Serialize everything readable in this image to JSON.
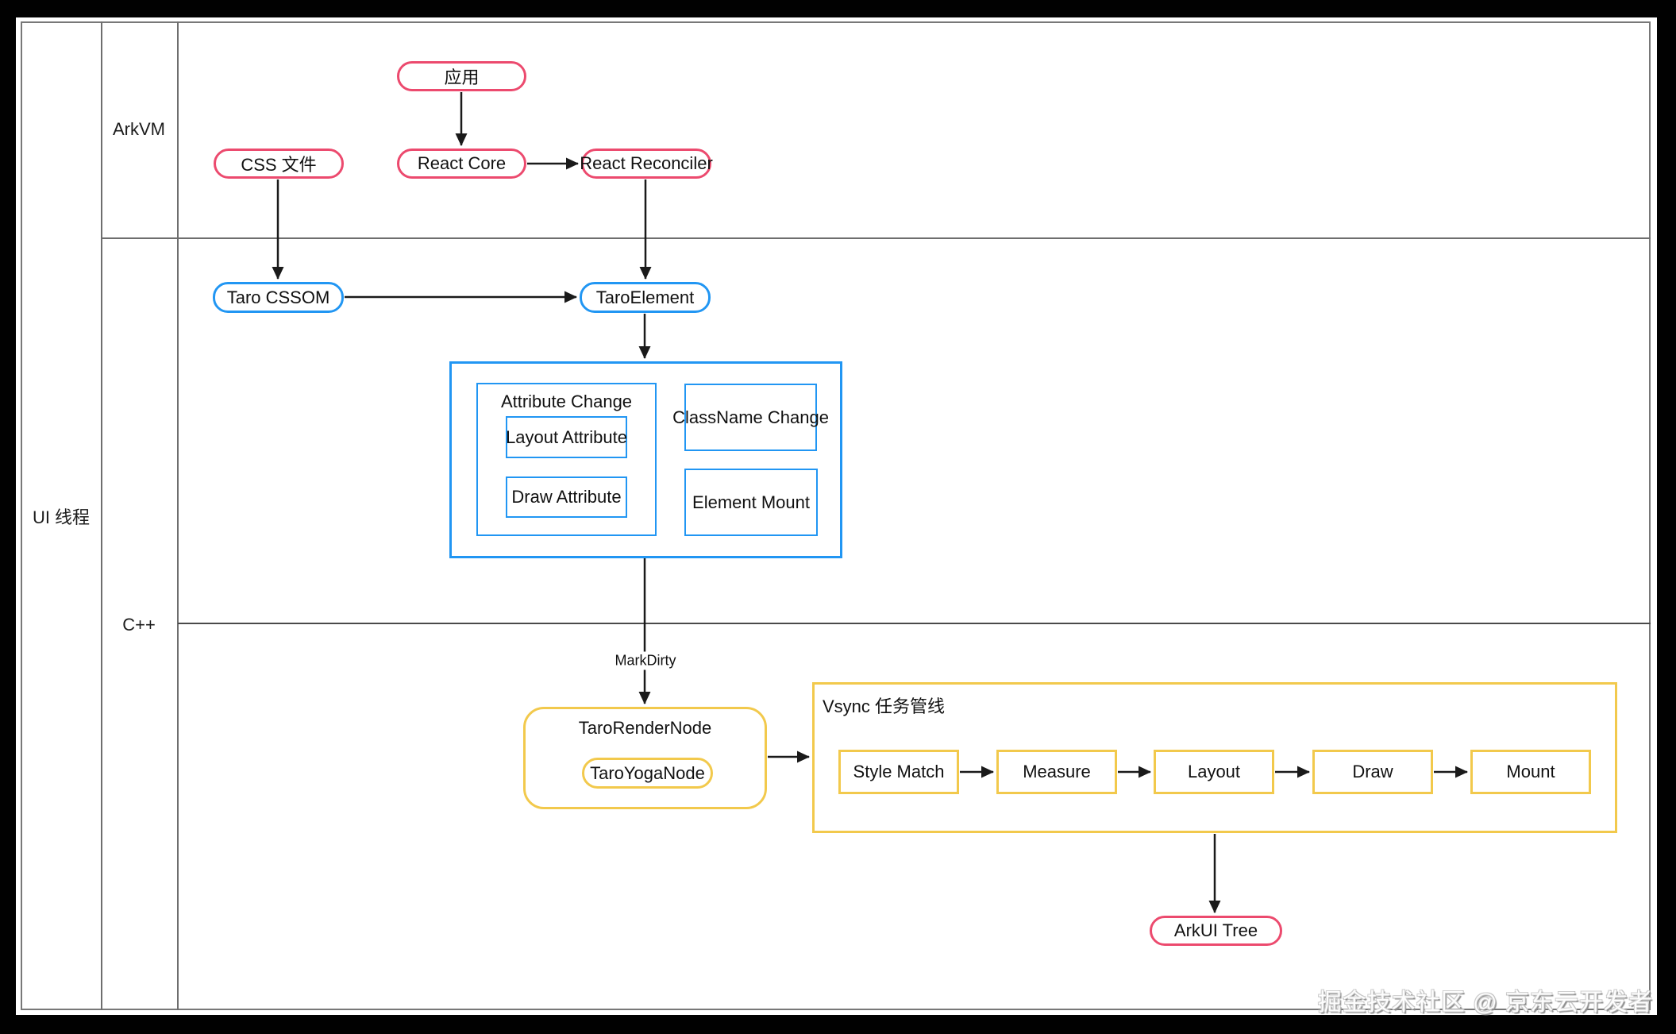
{
  "diagram": {
    "lanes": {
      "col_left": "UI 线程",
      "row_top": "ArkVM",
      "row_bottom": "C++"
    },
    "nodes": {
      "app": "应用",
      "css_file": "CSS 文件",
      "react_core": "React Core",
      "react_reconciler": "React Reconciler",
      "taro_cssom": "Taro CSSOM",
      "taro_element": "TaroElement",
      "attribute_change": "Attribute Change",
      "layout_attribute": "Layout Attribute",
      "draw_attribute": "Draw Attribute",
      "classname_change": "ClassName Change",
      "element_mount": "Element Mount",
      "taro_render_node": "TaroRenderNode",
      "taro_yoga_node": "TaroYogaNode",
      "vsync_pipeline": "Vsync 任务管线",
      "style_match": "Style Match",
      "measure": "Measure",
      "layout": "Layout",
      "draw": "Draw",
      "mount": "Mount",
      "arkui_tree": "ArkUI Tree"
    },
    "edge_labels": {
      "mark_dirty": "MarkDirty"
    },
    "edges": [
      {
        "from": "应用",
        "to": "React Core"
      },
      {
        "from": "React Core",
        "to": "React Reconciler"
      },
      {
        "from": "CSS 文件",
        "to": "Taro CSSOM"
      },
      {
        "from": "React Reconciler",
        "to": "TaroElement"
      },
      {
        "from": "Taro CSSOM",
        "to": "TaroElement"
      },
      {
        "from": "TaroElement",
        "to": "Attribute/ClassName change group"
      },
      {
        "from": "Attribute/ClassName change group",
        "to": "TaroRenderNode",
        "label": "MarkDirty"
      },
      {
        "from": "TaroRenderNode",
        "to": "Vsync 任务管线"
      },
      {
        "from": "Style Match",
        "to": "Measure"
      },
      {
        "from": "Measure",
        "to": "Layout"
      },
      {
        "from": "Layout",
        "to": "Draw"
      },
      {
        "from": "Draw",
        "to": "Mount"
      },
      {
        "from": "Vsync 任务管线",
        "to": "ArkUI Tree"
      }
    ],
    "colors": {
      "pink_border": "#ec4a6e",
      "blue_border": "#2196f3",
      "yellow_border": "#f2c94c",
      "lane_line": "#6e6e6e",
      "arrow": "#1a1a1a",
      "canvas": "#ffffff",
      "frame": "#010101"
    },
    "watermark": "掘金技术社区 @ 京东云开发者"
  }
}
